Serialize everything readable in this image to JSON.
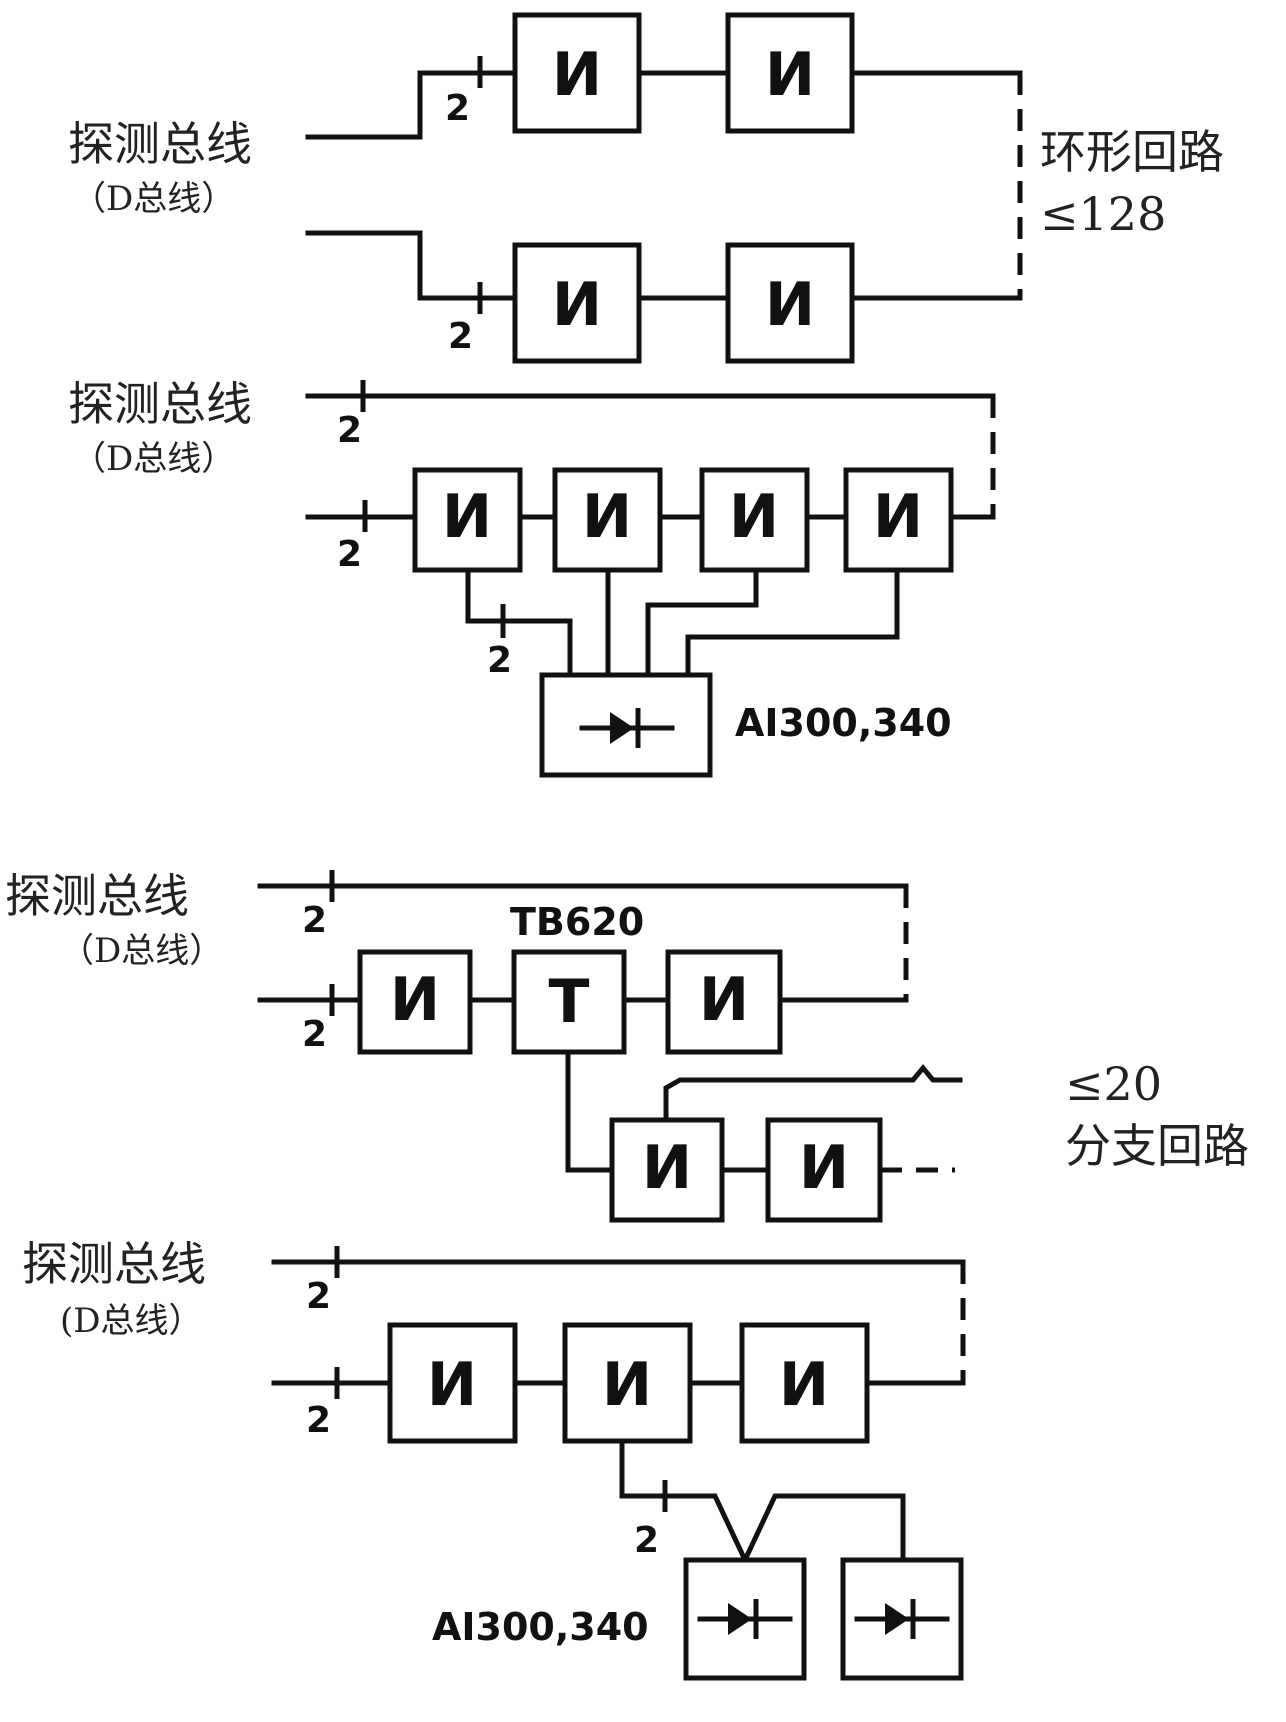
{
  "bus_label": "探测总线",
  "bus_sub_label": "（D总线）",
  "bus_sub_label_alt": "(D总线）",
  "ring_label": "环形回路",
  "ring_limit": "≤128",
  "branch_limit": "≤20",
  "branch_label": "分支回路",
  "wire_count": "2",
  "module_symbol": "И",
  "tap_symbol": "T",
  "tap_part": "TB620",
  "isolator_part": "AI300,340",
  "colors": {
    "line": "#111111",
    "text": "#222222",
    "background": "#ffffff"
  }
}
